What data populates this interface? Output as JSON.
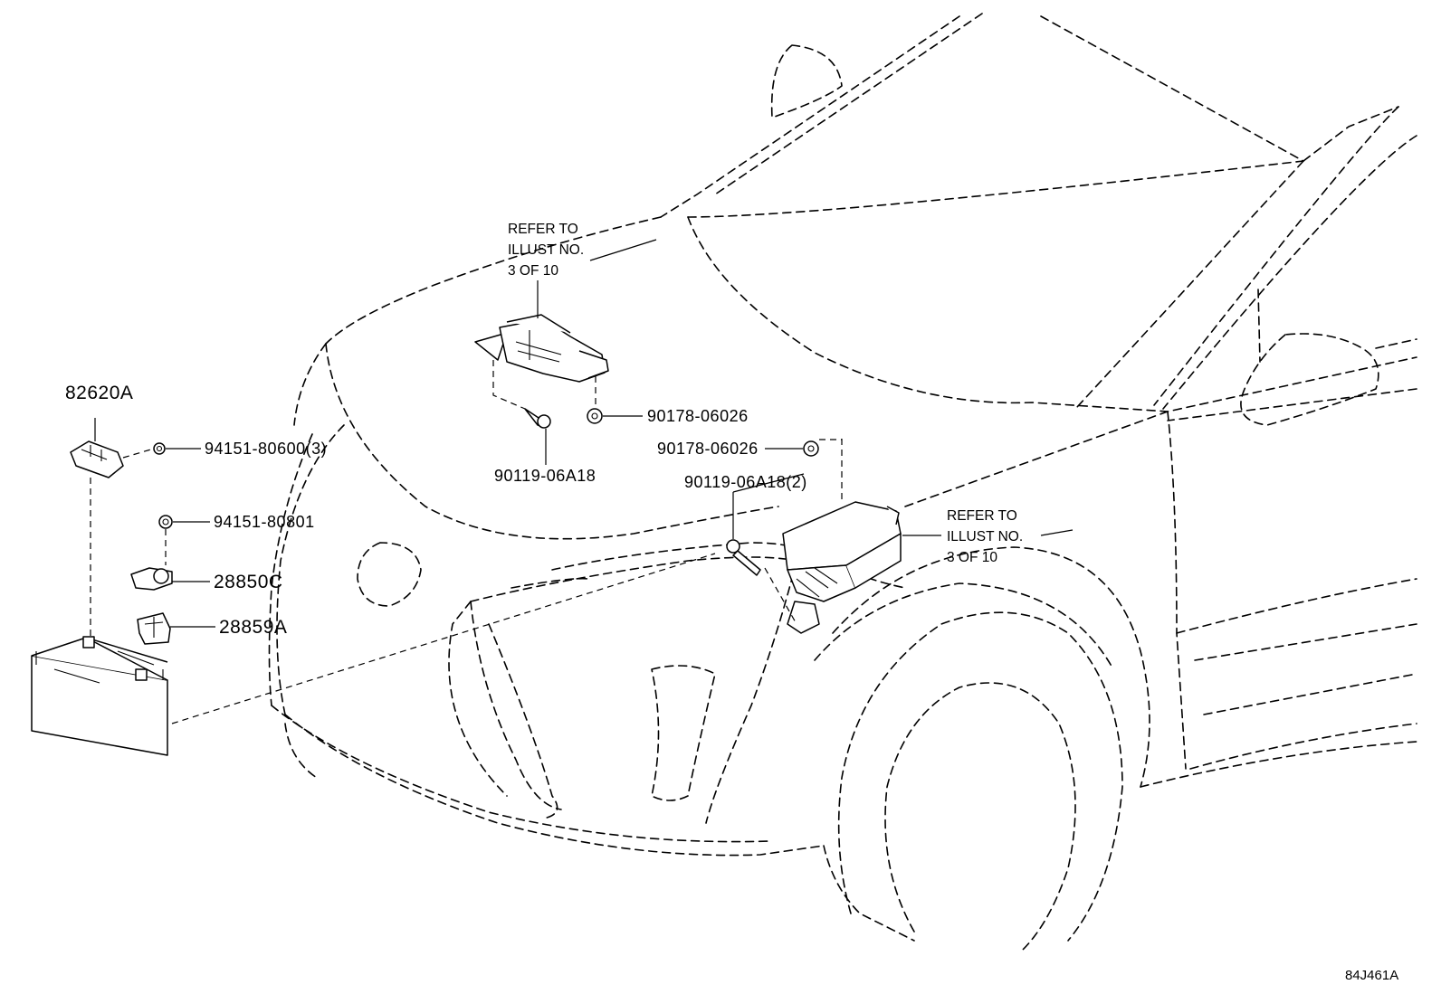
{
  "diagram": {
    "illustration_code": "84J461A",
    "callouts": {
      "p82620A": "82620A",
      "p94151_80600": "94151-80600(3)",
      "p94151_80801": "94151-80801",
      "p28850C": "28850C",
      "p28859A": "28859A",
      "p90178_top": "90178-06026",
      "p90119_top": "90119-06A18",
      "p90178_right": "90178-06026",
      "p90119_right": "90119-06A18(2)"
    },
    "refer_notes": {
      "top": "REFER TO\nILLUST NO.\n3 OF 10",
      "right": "REFER TO\nILLUST NO.\n3 OF 10"
    }
  }
}
